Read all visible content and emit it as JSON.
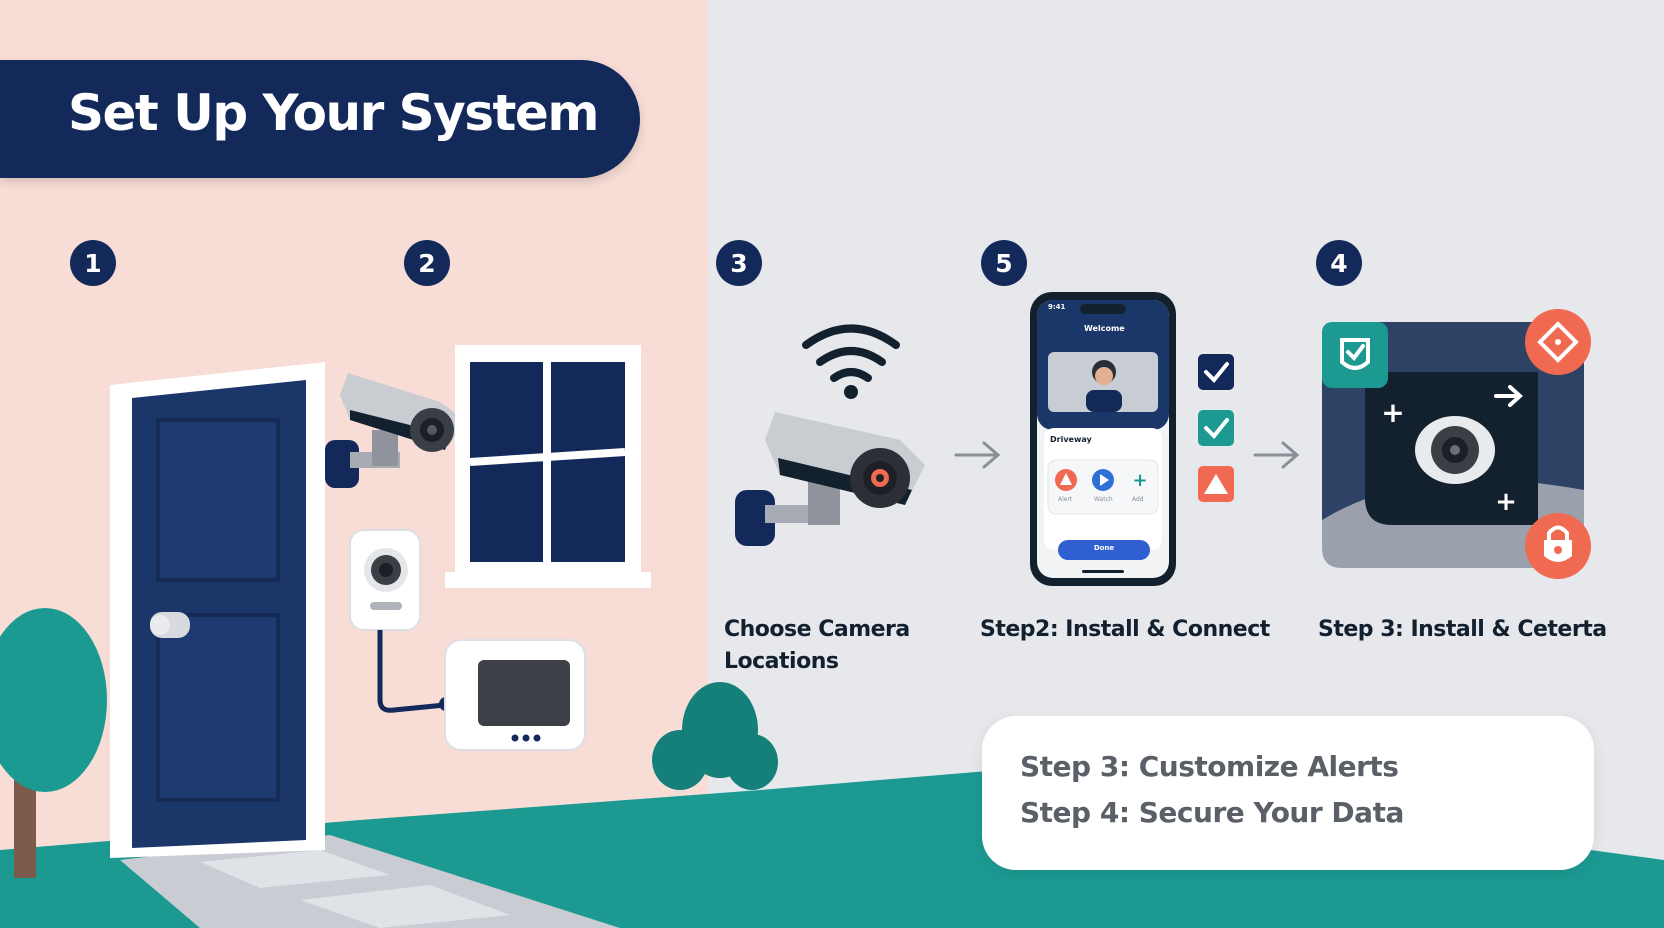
{
  "banner": {
    "title": "Set Up Your System"
  },
  "badges": [
    "1",
    "2",
    "3",
    "5",
    "4"
  ],
  "captions": {
    "choose_line1": "Choose Camera",
    "choose_line2": "Locations",
    "install_connect": "Step2: Install & Connect",
    "install_center": "Step 3: Install & Ceterta"
  },
  "phone": {
    "status_time": "9:41",
    "header_title": "Welcome",
    "card_title": "Driveway",
    "action_labels": [
      "Alert",
      "Watch",
      "Add"
    ],
    "button_label": "Done"
  },
  "steps_card": {
    "line1": "Step 3: Customize Alerts",
    "line2": "Step 4: Secure Your Data"
  },
  "colors": {
    "navy": "#13295a",
    "teal": "#1c9a92",
    "coral": "#ef6a50",
    "peach_wall": "#f8ddd6",
    "grey_bg": "#e6e8ec"
  },
  "icons": [
    "door-icon",
    "security-camera-icon",
    "window-icon",
    "doorbell-camera-icon",
    "control-panel-icon",
    "wifi-icon",
    "smartphone-icon",
    "checkbox-icon",
    "alert-triangle-icon",
    "camera-lens-icon",
    "shield-check-icon",
    "lock-icon",
    "arrow-right-icon",
    "tree-icon",
    "bush-icon"
  ]
}
